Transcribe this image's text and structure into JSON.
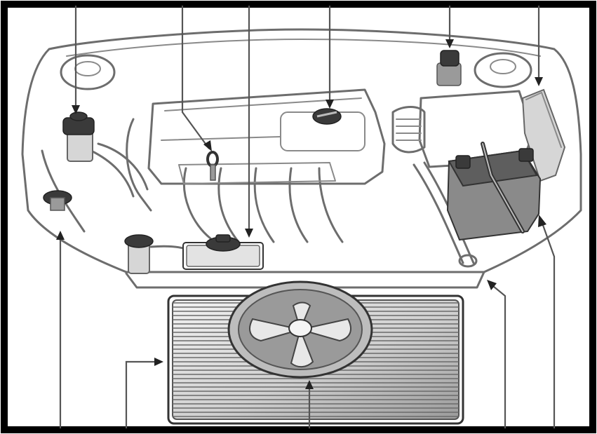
{
  "figure": {
    "frame_color": "#000000",
    "line_color": "#6d6d6d",
    "shade_dark": "#3a3a3a",
    "shade_light": "#d6d6d6"
  },
  "components": [
    {
      "id": "brake-fluid-reservoir",
      "icon": "reservoir-cap-icon"
    },
    {
      "id": "engine-oil-dipstick",
      "icon": "dipstick-icon"
    },
    {
      "id": "coolant-reservoir",
      "icon": "coolant-tank-icon"
    },
    {
      "id": "engine-oil-filler-cap",
      "icon": "filler-cap-icon"
    },
    {
      "id": "power-steering-reservoir",
      "icon": "reservoir-cap-icon"
    },
    {
      "id": "fuse-box",
      "icon": "fuse-box-icon"
    },
    {
      "id": "washer-fluid-tank",
      "icon": "washer-cap-icon"
    },
    {
      "id": "radiator",
      "icon": "radiator-icon"
    },
    {
      "id": "cooling-fan",
      "icon": "fan-icon"
    },
    {
      "id": "radiator-cap",
      "icon": "radiator-cap-icon"
    },
    {
      "id": "battery",
      "icon": "battery-icon"
    }
  ]
}
